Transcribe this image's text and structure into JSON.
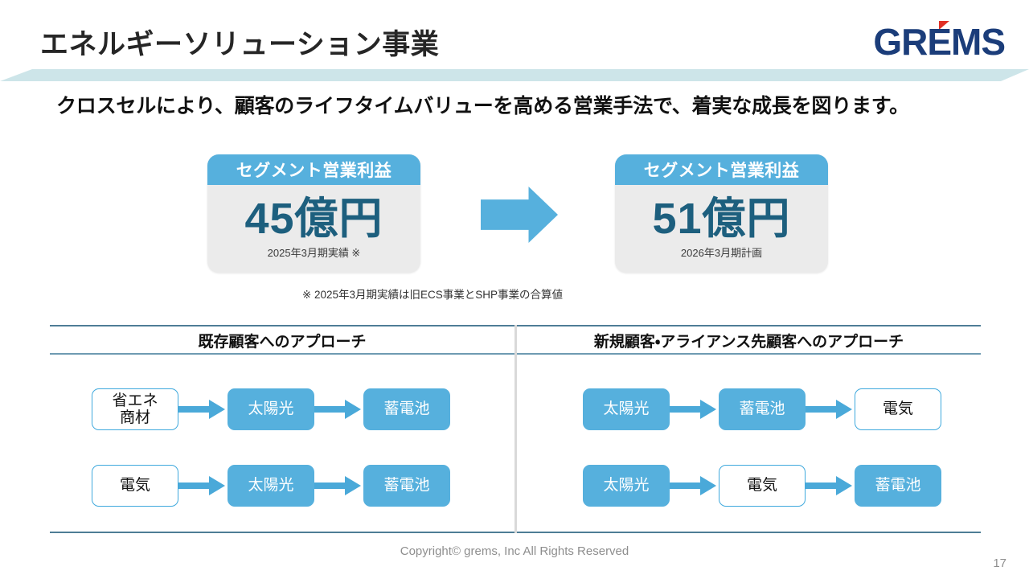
{
  "header": {
    "title": "エネルギーソリューション事業",
    "logo_text": "GREMS",
    "logo_color": "#1b3d7a",
    "logo_accent_color": "#e03127",
    "band_color": "#cde5e9"
  },
  "lead": {
    "text": "クロスセルにより、顧客のライフタイムバリューを高める営業手法で、着実な成長を図ります。"
  },
  "kpi": {
    "accent_color": "#56b0dd",
    "value_color": "#1d5f7e",
    "card_bg": "#ebebeb",
    "current": {
      "heading": "セグメント営業利益",
      "value": "45億円",
      "caption": "2025年3月期実績 ※"
    },
    "plan": {
      "heading": "セグメント営業利益",
      "value": "51億円",
      "caption": "2026年3月期計画"
    },
    "arrow_icon": "right-block-arrow-icon",
    "footnote": "※ 2025年3月期実績は旧ECS事業とSHP事業の合算値"
  },
  "columns": {
    "existing": {
      "heading": "既存顧客へのアプローチ",
      "rows": [
        {
          "steps": [
            {
              "label": "省エネ\n商材",
              "style": "white"
            },
            {
              "label": "太陽光",
              "style": "blue"
            },
            {
              "label": "蓄電池",
              "style": "blue"
            }
          ]
        },
        {
          "steps": [
            {
              "label": "電気",
              "style": "white"
            },
            {
              "label": "太陽光",
              "style": "blue"
            },
            {
              "label": "蓄電池",
              "style": "blue"
            }
          ]
        }
      ]
    },
    "new": {
      "heading": "新規顧客・アライアンス先顧客へのアプローチ",
      "rows": [
        {
          "steps": [
            {
              "label": "太陽光",
              "style": "blue"
            },
            {
              "label": "蓄電池",
              "style": "blue"
            },
            {
              "label": "電気",
              "style": "white"
            }
          ]
        },
        {
          "steps": [
            {
              "label": "太陽光",
              "style": "blue"
            },
            {
              "label": "電気",
              "style": "white"
            },
            {
              "label": "蓄電池",
              "style": "blue"
            }
          ]
        }
      ]
    }
  },
  "footer": {
    "copyright": "Copyright© grems, Inc All Rights Reserved",
    "page_number": "17"
  }
}
